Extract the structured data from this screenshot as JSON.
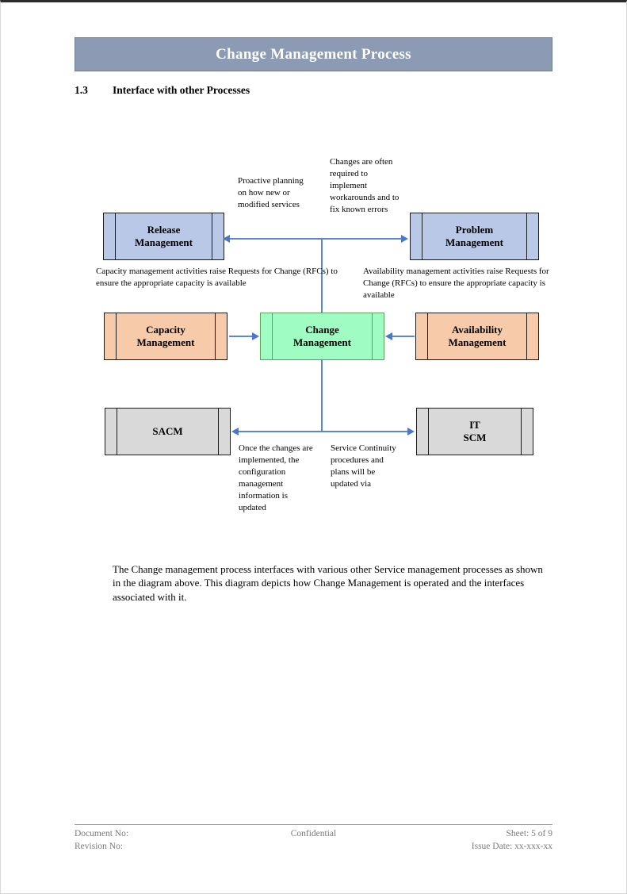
{
  "header": {
    "title": "Change Management Process"
  },
  "section": {
    "number": "1.3",
    "title": "Interface with other Processes"
  },
  "diagram": {
    "boxes": [
      {
        "id": "release",
        "label": "Release\nManagement",
        "color": "#b9c8e6"
      },
      {
        "id": "problem",
        "label": "Problem\nManagement",
        "color": "#b9c8e6"
      },
      {
        "id": "capacity",
        "label": "Capacity\nManagement",
        "color": "#f7cba9"
      },
      {
        "id": "change",
        "label": "Change\nManagement",
        "color": "#9ffcc3"
      },
      {
        "id": "availability",
        "label": "Availability\nManagement",
        "color": "#f7cba9"
      },
      {
        "id": "sacm",
        "label": "SACM",
        "color": "#d9d9d9"
      },
      {
        "id": "itscm",
        "label": "IT SCM",
        "color": "#d9d9d9"
      }
    ],
    "labels": {
      "release": "Release Management",
      "problem": "Problem Management",
      "capacity": "Capacity Management",
      "change": "Change Management",
      "availability": "Availability Management",
      "sacm": "SACM",
      "itscm": "IT SCM"
    },
    "notes": {
      "proactive": "Proactive planning on how new or modified services",
      "changes_required": "Changes are often required to implement workarounds and to fix known errors",
      "capacity_note": "Capacity management activities raise Requests for Change (RFCs) to ensure the appropriate capacity is available",
      "availability_note": "Availability management activities raise Requests for Change (RFCs) to ensure the appropriate capacity is available",
      "sacm_note": "Once the changes are implemented, the configuration management information is updated",
      "itscm_note": "Service Continuity procedures and plans will be updated via"
    },
    "connector_color": "#5b86d0",
    "arrow_color": "#4a78c8"
  },
  "body": {
    "paragraph": "The Change management process interfaces with various other Service management processes as shown in the diagram above. This diagram depicts how Change Management is operated and the interfaces associated with it."
  },
  "footer": {
    "document_no": "Document No:",
    "revision_no": "Revision No:",
    "confidential": "Confidential",
    "sheet": "Sheet: 5 of 9",
    "issue_date": "Issue Date: xx-xxx-xx"
  }
}
